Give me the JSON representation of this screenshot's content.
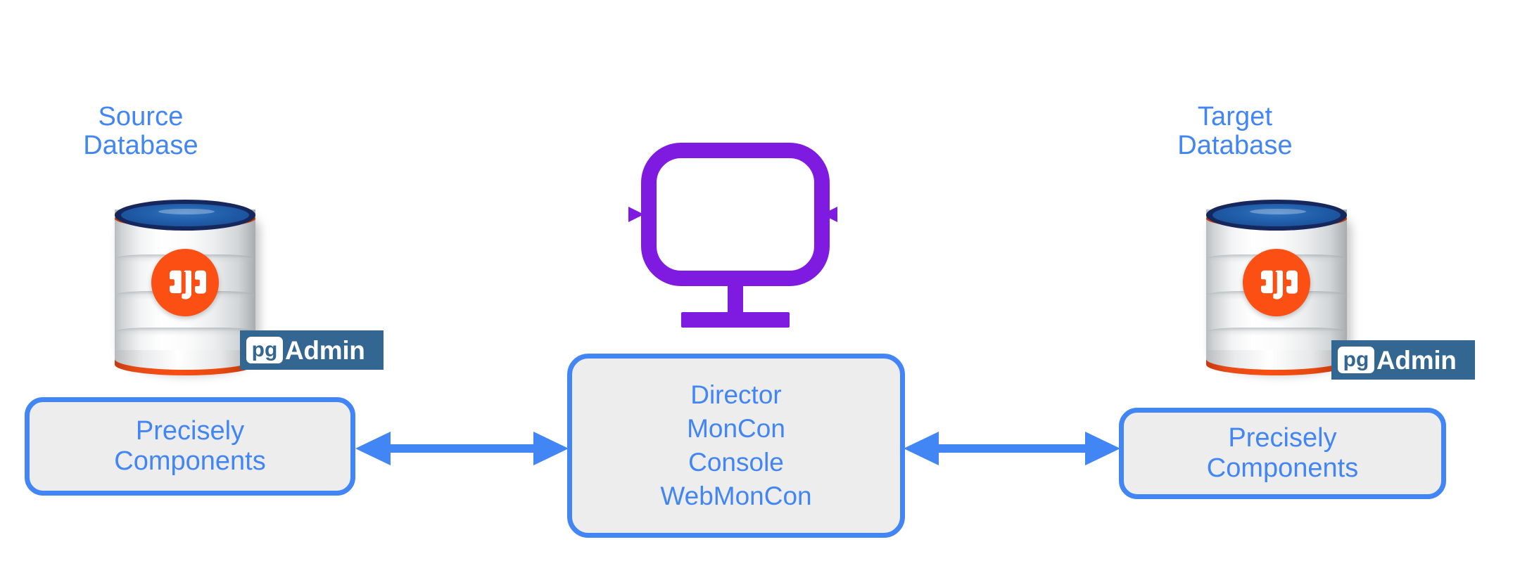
{
  "diagram": {
    "background_color": "#ffffff",
    "accent_blue": "#4285f4",
    "accent_purple": "#7f1ae0",
    "edb_orange": "#fb4f14",
    "pgadmin_blue": "#336791",
    "box_fill": "#ededed"
  },
  "source": {
    "caption": "Source\nDatabase",
    "db_icon_name": "edb-database-cylinder",
    "pgadmin": {
      "pg_text": "pg",
      "admin_text": "Admin"
    },
    "components_box": {
      "label": "Precisely\nComponents"
    }
  },
  "target": {
    "caption": "Target\nDatabase",
    "db_icon_name": "edb-database-cylinder",
    "pgadmin": {
      "pg_text": "pg",
      "admin_text": "Admin"
    },
    "components_box": {
      "label": "Precisely\nComponents"
    }
  },
  "center": {
    "monitor_icon_name": "monitor-icon",
    "console_box": {
      "label": "Director\nMonCon\nConsole\nWebMonCon"
    }
  },
  "connectors": [
    {
      "name": "left-bidirectional-arrow",
      "direction": "bidirectional"
    },
    {
      "name": "right-bidirectional-arrow",
      "direction": "bidirectional"
    }
  ]
}
